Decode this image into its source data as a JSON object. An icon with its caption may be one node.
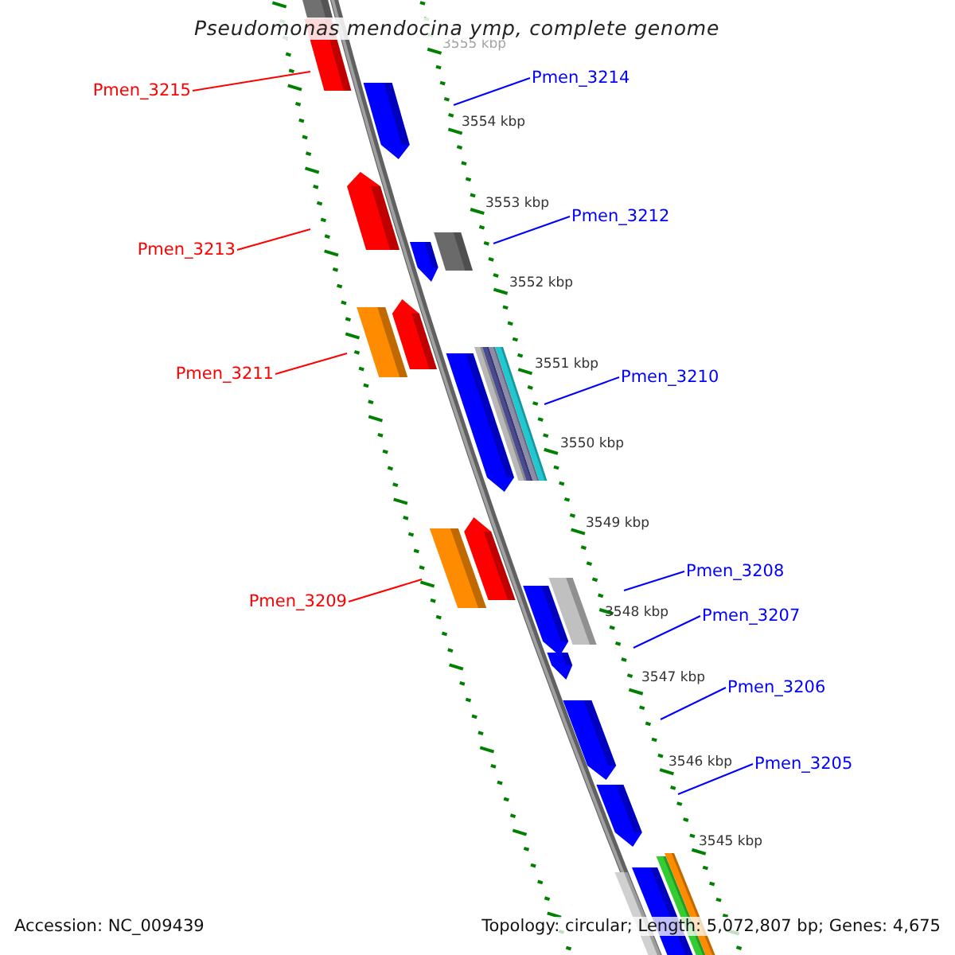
{
  "diagram": {
    "title": "Pseudomonas mendocina ymp, complete genome",
    "nodes": [
      {
        "text": [
          "Pmen_3215"
        ]
      },
      {
        "text": [
          "Pmen_3214"
        ]
      },
      {
        "text": [
          "Pmen_3213"
        ]
      },
      {
        "text": [
          "Pmen_3212"
        ]
      },
      {
        "text": [
          "Pmen_3211"
        ]
      },
      {
        "text": [
          "Pmen_3210"
        ]
      },
      {
        "text": [
          "Pmen_3209"
        ]
      },
      {
        "text": [
          "Pmen_3208"
        ]
      },
      {
        "text": [
          "Pmen_3207"
        ]
      },
      {
        "text": [
          "Pmen_3206"
        ]
      },
      {
        "text": [
          "Pmen_3205"
        ]
      }
    ],
    "edges": [
      {
        "from": 0,
        "to": null,
        "arrow": "none",
        "color": "#ff0000"
      },
      {
        "from": 1,
        "to": null,
        "arrow": "none"
      },
      {
        "from": 2,
        "to": null,
        "arrow": "none",
        "color": "#ff0000"
      },
      {
        "from": 3,
        "to": null,
        "arrow": "none"
      },
      {
        "from": 4,
        "to": null,
        "arrow": "none",
        "color": "#ff0000"
      },
      {
        "from": 5,
        "to": null,
        "arrow": "none"
      },
      {
        "from": 6,
        "to": null,
        "arrow": "none",
        "color": "#ff0000"
      },
      {
        "from": 7,
        "to": null,
        "arrow": "none"
      },
      {
        "from": 8,
        "to": null,
        "arrow": "none"
      },
      {
        "from": 9,
        "to": null,
        "arrow": "none"
      },
      {
        "from": 10,
        "to": null,
        "arrow": "none"
      }
    ],
    "labels": [
      "3555 kbp",
      "3554 kbp",
      "3553 kbp",
      "3552 kbp",
      "3551 kbp",
      "3550 kbp",
      "3549 kbp",
      "3548 kbp",
      "3547 kbp",
      "3546 kbp",
      "3545 kbp",
      "Accession: NC_009439",
      "Topology: circular; Length: 5,072,807 bp; Genes: 4,675"
    ]
  }
}
